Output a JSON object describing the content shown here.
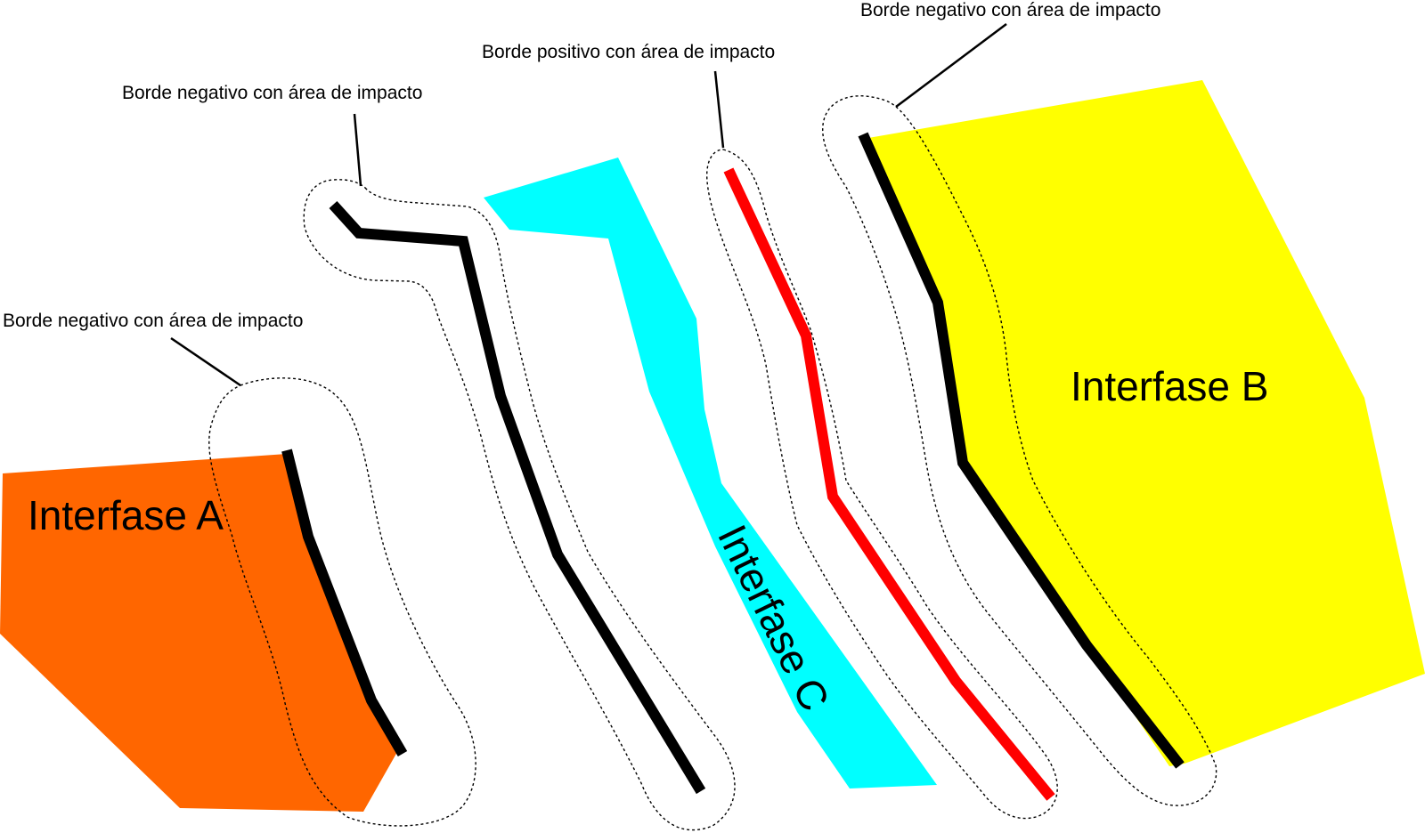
{
  "colors": {
    "background": "#ffffff",
    "interfase_a": "#ff6600",
    "interfase_b": "#ffff00",
    "interfase_c": "#00ffff",
    "negative_edge": "#000000",
    "positive_edge": "#ff0000",
    "impact_area_outline": "#000000"
  },
  "regions": {
    "interfase_a": {
      "label": "Interfase A"
    },
    "interfase_b": {
      "label": "Interfase B"
    },
    "interfase_c": {
      "label": "Interfase C"
    }
  },
  "callouts": {
    "edge_a": {
      "label": "Borde negativo con área de impacto",
      "edge_type": "negative"
    },
    "middle_black": {
      "label": "Borde negativo con área de impacto",
      "edge_type": "negative"
    },
    "red": {
      "label": "Borde positivo con área de impacto",
      "edge_type": "positive"
    },
    "edge_b": {
      "label": "Borde negativo con área de impacto",
      "edge_type": "negative"
    }
  }
}
